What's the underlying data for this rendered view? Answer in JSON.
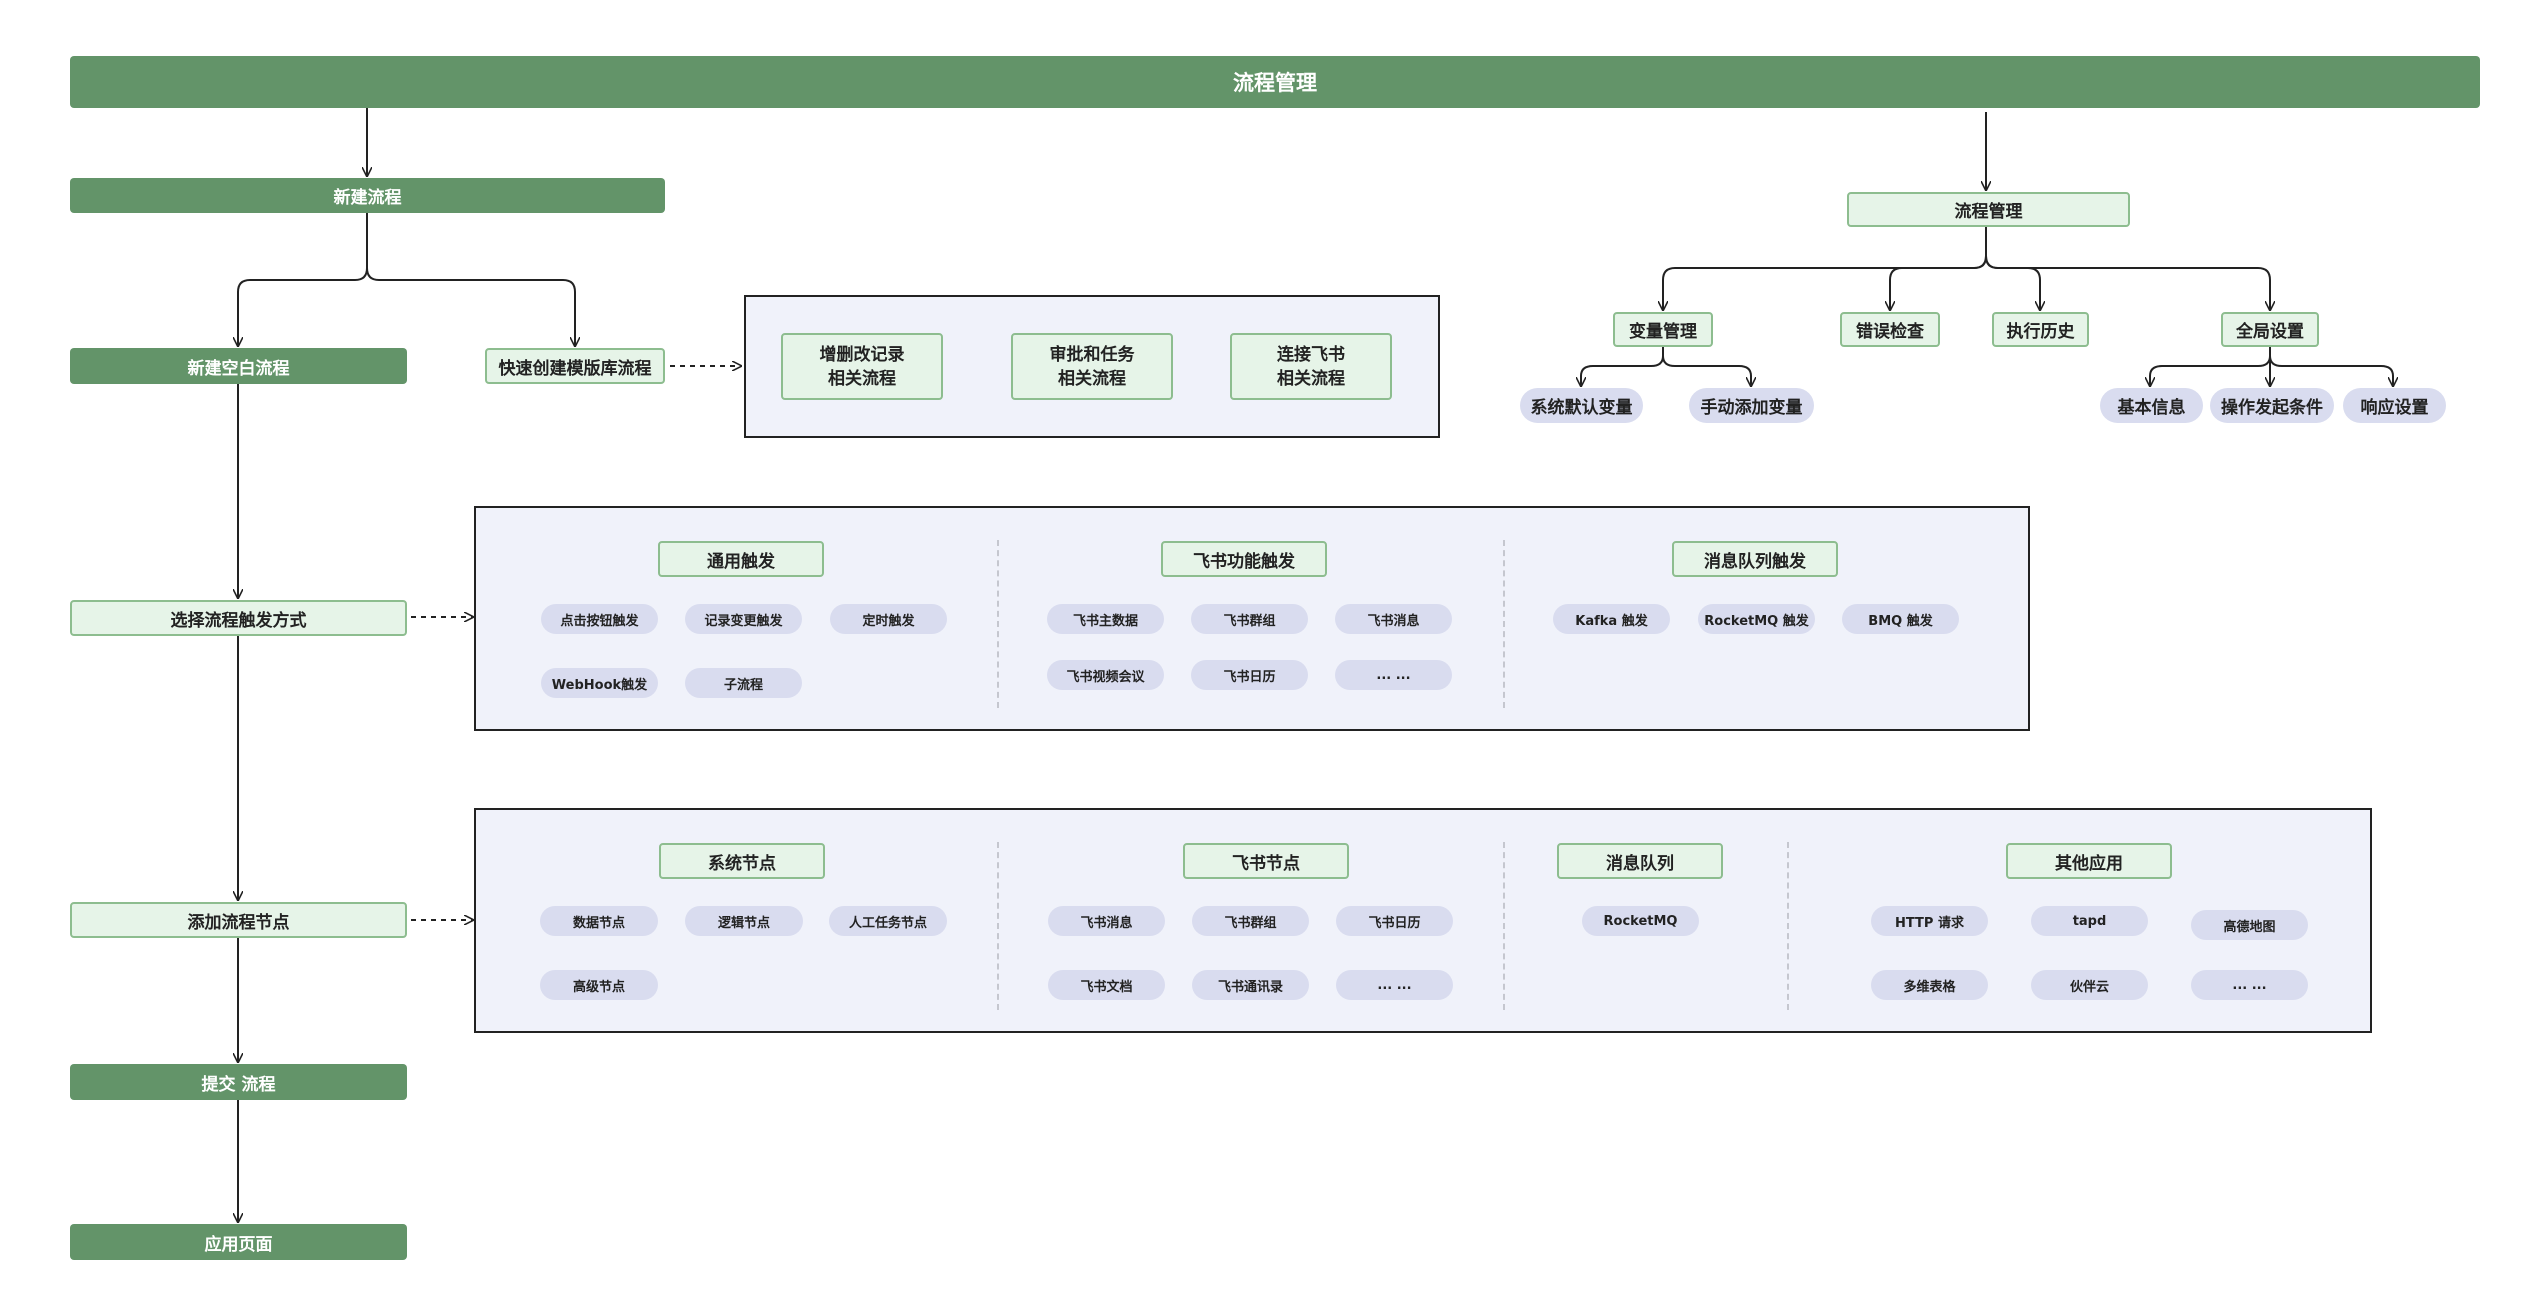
{
  "top": {
    "title": "流程管理"
  },
  "left_flow": {
    "new_flow": "新建流程",
    "blank_flow": "新建空白流程",
    "template_flow": "快速创建模版库流程",
    "select_trigger": "选择流程触发方式",
    "add_node": "添加流程节点",
    "submit": "提交 流程",
    "app_page": "应用页面"
  },
  "templates": [
    "增删改记录\n相关流程",
    "审批和任务\n相关流程",
    "连接飞书\n相关流程"
  ],
  "manage": {
    "title": "流程管理",
    "variable": {
      "label": "变量管理",
      "children": [
        "系统默认变量",
        "手动添加变量"
      ]
    },
    "error_check": "错误检查",
    "history": "执行历史",
    "global": {
      "label": "全局设置",
      "children": [
        "基本信息",
        "操作发起条件",
        "响应设置"
      ]
    }
  },
  "triggers": {
    "general": {
      "title": "通用触发",
      "items": [
        "点击按钮触发",
        "记录变更触发",
        "定时触发",
        "WebHook触发",
        "子流程"
      ]
    },
    "feishu": {
      "title": "飞书功能触发",
      "items": [
        "飞书主数据",
        "飞书群组",
        "飞书消息",
        "飞书视频会议",
        "飞书日历",
        "... ..."
      ]
    },
    "mq": {
      "title": "消息队列触发",
      "items": [
        "Kafka 触发",
        "RocketMQ 触发",
        "BMQ 触发"
      ]
    }
  },
  "nodes": {
    "system": {
      "title": "系统节点",
      "items": [
        "数据节点",
        "逻辑节点",
        "人工任务节点",
        "高级节点"
      ]
    },
    "feishu": {
      "title": "飞书节点",
      "items": [
        "飞书消息",
        "飞书群组",
        "飞书日历",
        "飞书文档",
        "飞书通讯录",
        "... ..."
      ]
    },
    "mq": {
      "title": "消息队列",
      "items": [
        "RocketMQ"
      ]
    },
    "other": {
      "title": "其他应用",
      "items": [
        "HTTP 请求",
        "tapd",
        "高德地图",
        "多维表格",
        "伙伴云",
        "... ..."
      ]
    }
  },
  "colors": {
    "dark_green": "#639469",
    "light_green": "#e6f4e8",
    "pill": "#d9dcef",
    "panel": "#f0f2fa"
  }
}
